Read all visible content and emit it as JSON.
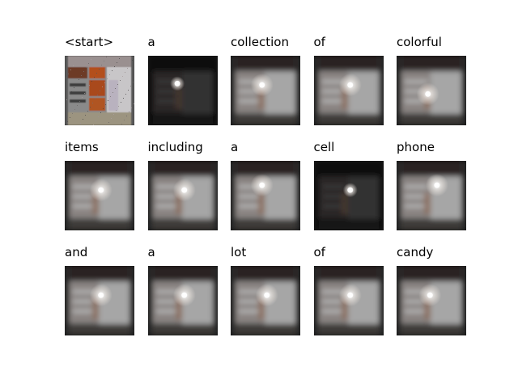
{
  "tokens": [
    {
      "word": "<start>",
      "kind": "original",
      "glow": [
        0.5,
        0.3
      ]
    },
    {
      "word": "a",
      "kind": "dark",
      "glow": [
        0.42,
        0.4
      ]
    },
    {
      "word": "collection",
      "kind": "blur",
      "glow": [
        0.45,
        0.42
      ]
    },
    {
      "word": "of",
      "kind": "blur",
      "glow": [
        0.52,
        0.42
      ]
    },
    {
      "word": "colorful",
      "kind": "blur",
      "glow": [
        0.45,
        0.55
      ]
    },
    {
      "word": "items",
      "kind": "blur",
      "glow": [
        0.52,
        0.42
      ]
    },
    {
      "word": "including",
      "kind": "blur",
      "glow": [
        0.52,
        0.42
      ]
    },
    {
      "word": "a",
      "kind": "blur",
      "glow": [
        0.45,
        0.35
      ]
    },
    {
      "word": "cell",
      "kind": "dark",
      "glow": [
        0.52,
        0.42
      ]
    },
    {
      "word": "phone",
      "kind": "blur",
      "glow": [
        0.58,
        0.35
      ]
    },
    {
      "word": "and",
      "kind": "blur",
      "glow": [
        0.52,
        0.42
      ]
    },
    {
      "word": "a",
      "kind": "blur",
      "glow": [
        0.52,
        0.42
      ]
    },
    {
      "word": "lot",
      "kind": "blur",
      "glow": [
        0.52,
        0.42
      ]
    },
    {
      "word": "of",
      "kind": "blur",
      "glow": [
        0.52,
        0.42
      ]
    },
    {
      "word": "candy",
      "kind": "blur",
      "glow": [
        0.48,
        0.42
      ]
    }
  ]
}
